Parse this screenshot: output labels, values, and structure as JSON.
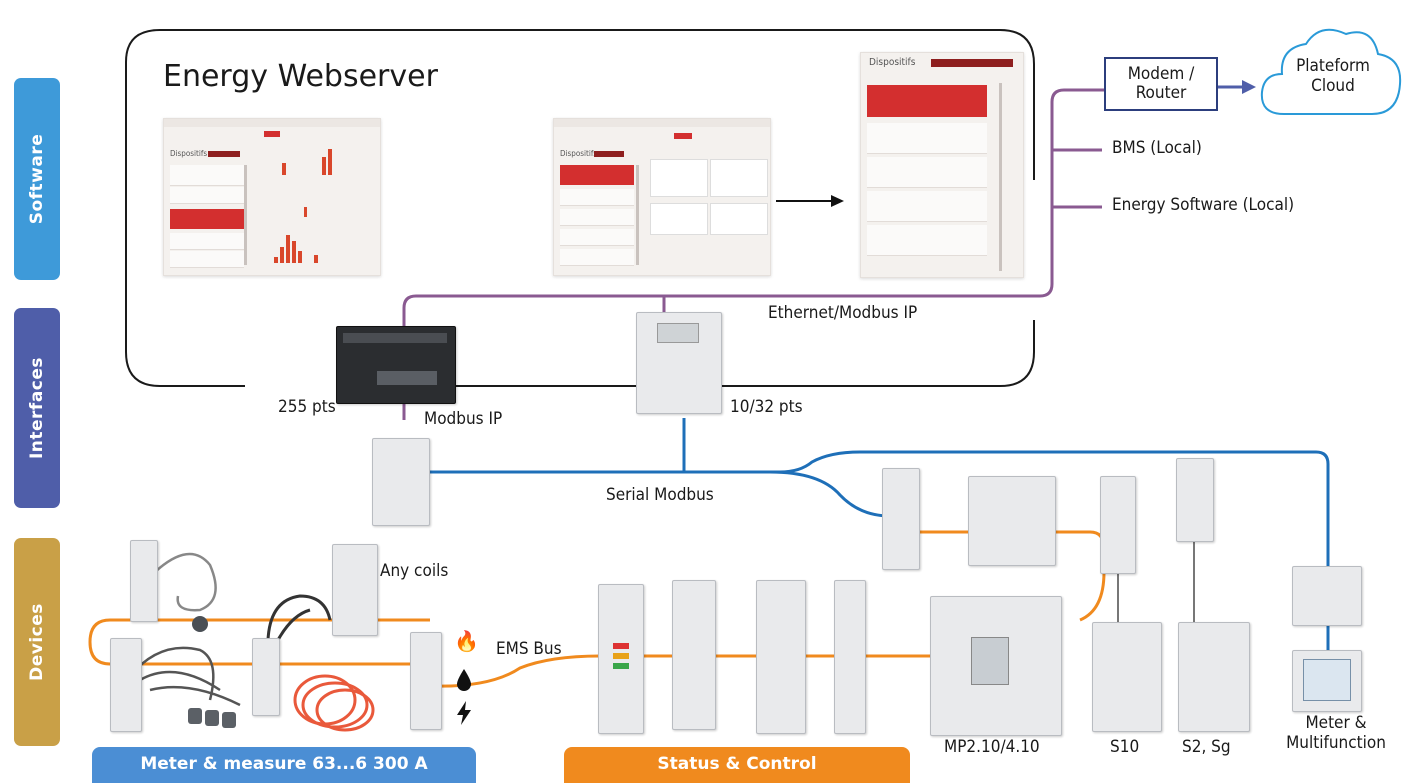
{
  "tabs": {
    "software": "Software",
    "interfaces": "Interfaces",
    "devices": "Devices"
  },
  "webserver": {
    "title": "Energy Webserver",
    "screenshot_title": "Dispositifs"
  },
  "network": {
    "modem_router": "Modem / Router",
    "cloud": "Plateform Cloud",
    "bms": "BMS (Local)",
    "energy_software": "Energy Software (Local)",
    "ethernet": "Ethernet/Modbus IP",
    "modbus_ip": "Modbus IP",
    "serial_modbus": "Serial Modbus",
    "ems_bus": "EMS Bus"
  },
  "interfaces": {
    "pts_255": "255 pts",
    "pts_10_32": "10/32 pts"
  },
  "devices": {
    "any_coils": "Any coils",
    "mp": "MP2.10/4.10",
    "s10": "S10",
    "s2": "S2, Sg",
    "meter": "Meter & Multifunction"
  },
  "bars": {
    "meter_measure": "Meter & measure 63...6 300 A",
    "status_control": "Status & Control"
  },
  "colors": {
    "software_tab": "#3e9ad9",
    "interfaces_tab": "#4f5ea9",
    "devices_tab": "#c9a047",
    "ethernet_line": "#8a5a91",
    "serial_line": "#1e6fb8",
    "ems_line": "#f08a1e",
    "modem_border": "#2c3e7d",
    "cloud_border": "#2a9ad8"
  },
  "icons": [
    "flame-icon",
    "water-drop-icon",
    "lightning-icon"
  ]
}
